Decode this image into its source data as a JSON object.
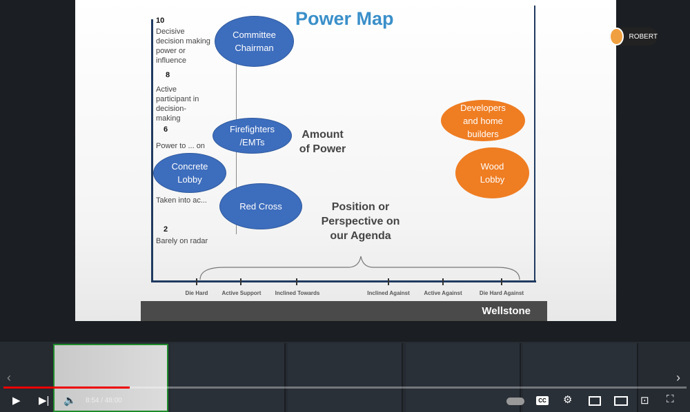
{
  "slide": {
    "title": "Power Map",
    "levels": [
      {
        "num": "10",
        "text": "Decisive decision making power or influence"
      },
      {
        "num": "8",
        "text": "Active participant in decision-making"
      },
      {
        "num": "6",
        "text": "Power to ... on"
      },
      {
        "text": "Taken into ac..."
      },
      {
        "num": "2",
        "text": "Barely on radar"
      }
    ],
    "stakeholders": [
      "Committee Chairman",
      "Firefighters /EMTs",
      "Concrete Lobby",
      "Red Cross",
      "Developers and home builders",
      "Wood Lobby"
    ],
    "amount_label": "Amount of Power",
    "position_label": "Position or Perspective on our Agenda",
    "positions": [
      "Die Hard",
      "Active Support",
      "Inclined Towards",
      "Inclined Against",
      "Active Against",
      "Die Hard Against"
    ],
    "brand": "Wellstone",
    "colors": {
      "support": "#3d6dbd",
      "against": "#ef7d22",
      "title": "#3a8fc9"
    }
  },
  "participant": {
    "name": "ROBERT"
  },
  "player": {
    "time": "8:54 / 48:00",
    "progress_percent": 18.5,
    "icons": [
      "play-icon",
      "next-icon",
      "volume-icon",
      "autoplay-toggle-icon",
      "cc-icon",
      "settings-icon",
      "miniplayer-icon",
      "theater-icon",
      "cast-icon",
      "fullscreen-icon"
    ]
  }
}
